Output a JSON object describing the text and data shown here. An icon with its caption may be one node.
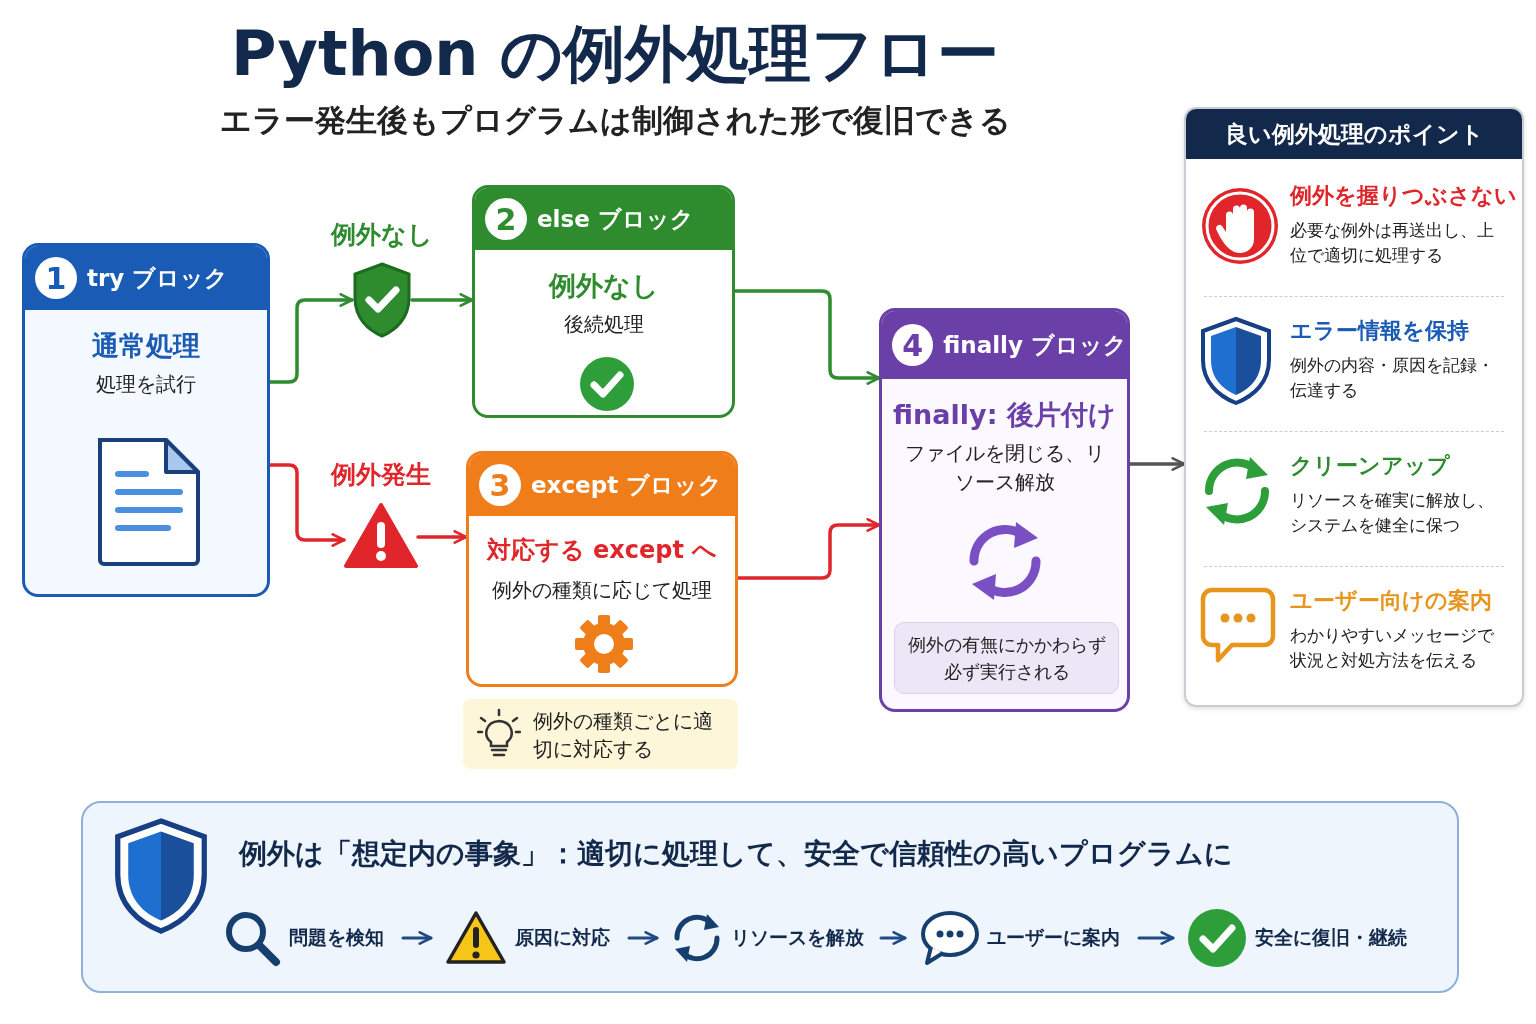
{
  "diagram": {
    "title": "Python の例外処理フロー",
    "caption": "エラー発生後もプログラムは制御された形で復旧できる",
    "nodes": [
      {
        "text": [
          "1",
          "try ブロック",
          "通常処理",
          "処理を試行"
        ]
      },
      {
        "text": [],
        "shape": "shield",
        "beside": [
          "例外なし"
        ]
      },
      {
        "text": [
          "2",
          "else ブロック",
          "例外なし",
          "後続処理"
        ]
      },
      {
        "text": [],
        "shape": "triangle",
        "beside": [
          "例外発生"
        ]
      },
      {
        "text": [
          "3",
          "except ブロック",
          "対応する except へ",
          "例外の種類に応じて処理"
        ]
      },
      {
        "text": [
          "例外の種類ごとに適切に対応する"
        ]
      },
      {
        "text": [
          "4",
          "finally ブロック",
          "finally: 後片付け",
          "ファイルを閉じる、リソース解放"
        ]
      },
      {
        "text": [
          "例外の有無にかかわらず必ず実行される"
        ],
        "in": 6
      },
      {
        "text": [
          "良い例外処理のポイント",
          "例外を握りつぶさない",
          "必要な例外は再送出し、上位で適切に処理する",
          "エラー情報を保持",
          "例外の内容・原因を記録・伝達する",
          "クリーンアップ",
          "リソースを確実に解放し、システムを健全に保つ",
          "ユーザー向けの案内",
          "わかりやすいメッセージで状況と対処方法を伝える"
        ]
      },
      {
        "text": [
          "例外は「想定内の事象」：適切に処理して、安全で信頼性の高いプログラムに"
        ]
      },
      {
        "text": [
          "問題を検知"
        ],
        "in": 9
      },
      {
        "text": [
          "原因に対応"
        ],
        "in": 9
      },
      {
        "text": [
          "リソースを解放"
        ],
        "in": 9
      },
      {
        "text": [
          "ユーザーに案内"
        ],
        "in": 9
      },
      {
        "text": [
          "安全に復旧・継続"
        ],
        "in": 9
      }
    ],
    "edges": [
      {
        "from": 0,
        "to": 1,
        "arrow": "to",
        "color": "#2e8b2e"
      },
      {
        "from": 1,
        "to": 2,
        "arrow": "to",
        "color": "#2e8b2e"
      },
      {
        "from": 2,
        "to": 6,
        "arrow": "to",
        "color": "#2e8b2e"
      },
      {
        "from": 0,
        "to": 3,
        "arrow": "to",
        "color": "#e0262a"
      },
      {
        "from": 3,
        "to": 4,
        "arrow": "to",
        "color": "#e0262a"
      },
      {
        "from": 4,
        "to": 6,
        "arrow": "to",
        "color": "#e0262a"
      },
      {
        "from": 6,
        "to": 8,
        "arrow": "to",
        "color": "#555555"
      },
      {
        "from": 10,
        "to": 11,
        "arrow": "to"
      },
      {
        "from": 11,
        "to": 12,
        "arrow": "to"
      },
      {
        "from": 12,
        "to": 13,
        "arrow": "to"
      },
      {
        "from": 13,
        "to": 14,
        "arrow": "to"
      }
    ]
  }
}
